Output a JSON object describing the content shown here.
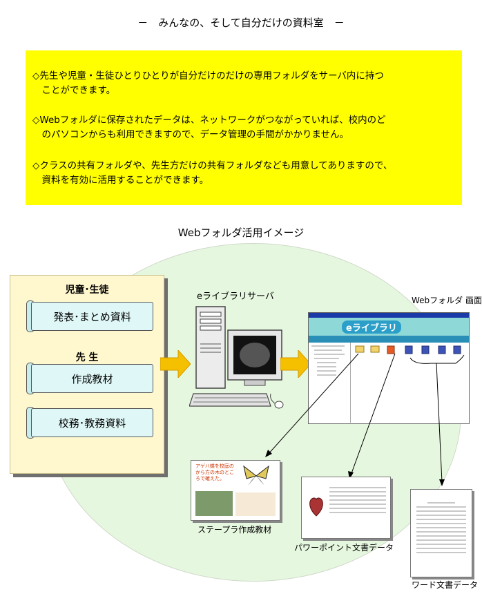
{
  "header": {
    "title": "－　みんなの、そして自分だけの資料室　－"
  },
  "intro": {
    "paragraphs": [
      "◇先生や児童・生徒ひとりひとりが自分だけのだけの専用フォルダをサーバ内に持つ\n　ことができます。",
      "◇Webフォルダに保存されたデータは、ネットワークがつながっていれば、校内のど\n　のパソコンからも利用できますので、データ管理の手間がかかりません。",
      "◇クラスの共有フォルダや、先生方だけの共有フォルダなども用意してありますので、\n　資料を有効に活用することができます。"
    ]
  },
  "diagram": {
    "title": "Webフォルダ活用イメージ",
    "students_label": "児童･生徒",
    "student_item": "発表･まとめ資料",
    "teacher_label": "先 生",
    "teacher_items": [
      "作成教材",
      "校務･教務資料"
    ],
    "server_label": "eライブラリサーバ",
    "screen_label": "Webフォルダ 画面",
    "app_name": "eライブラリ",
    "outputs": {
      "stapler": "ステープラ作成教材",
      "powerpoint": "パワーポイント文書データ",
      "word": "ワード文書データ"
    },
    "stapler_caption": "アゲハ蝶を校庭の\nから方の木のとこ\nろで確えた。"
  },
  "colors": {
    "yellow_box": "#ffff00",
    "ellipse": "#e6f7df",
    "panel": "#fff8cf",
    "scroll": "#dff7f7",
    "arrow": "#f5c000"
  }
}
